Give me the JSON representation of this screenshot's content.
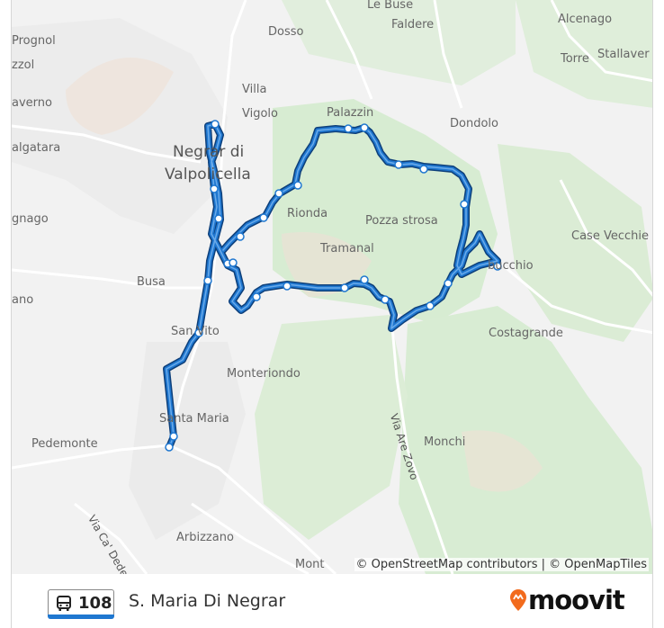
{
  "map": {
    "places": {
      "le_buse": "Le Buse",
      "alcenago": "Alcenago",
      "prognol": "Prognol",
      "dosso": "Dosso",
      "faldere": "Faldere",
      "zzol": "zzol",
      "torre": "Torre",
      "stallaver": "Stallaver",
      "averno": "averno",
      "villa": "Villa",
      "vigolo": "Vigolo",
      "palazzin": "Palazzin",
      "dondolo": "Dondolo",
      "negrar_1": "Negrar di",
      "negrar_2": "Valpolicella",
      "algatara": "algatara",
      "gnago": "gnago",
      "rionda": "Rionda",
      "pozza_strosa": "Pozza strosa",
      "case_vecchie": "Case Vecchie",
      "tramanal": "Tramanal",
      "bucchio": "bucchio",
      "busa": "Busa",
      "ano": "ano",
      "san_vito": "San Vito",
      "costagrande": "Costagrande",
      "monteriondo": "Monteriondo",
      "santa_maria": "Santa Maria",
      "pedemonte": "Pedemonte",
      "monchi": "Monchi",
      "arbizzano": "Arbizzano",
      "mont": "Mont",
      "via_are_zovo": "Via Are Zovo",
      "via_ca_dede": "Via Ca' Dede"
    },
    "attribution": "© OpenStreetMap contributors | © OpenMapTiles",
    "colors": {
      "route": "#1f77d0",
      "route_outline": "#0d3f7a",
      "stop_fill": "#ffffff",
      "forest": "#d7ecd2",
      "urban": "#e6e6e6"
    }
  },
  "footer": {
    "route_number": "108",
    "route_name": "S. Maria Di Negrar",
    "bus_icon": "bus-icon",
    "logo": "moovit",
    "logo_color": "#f26b1d"
  }
}
